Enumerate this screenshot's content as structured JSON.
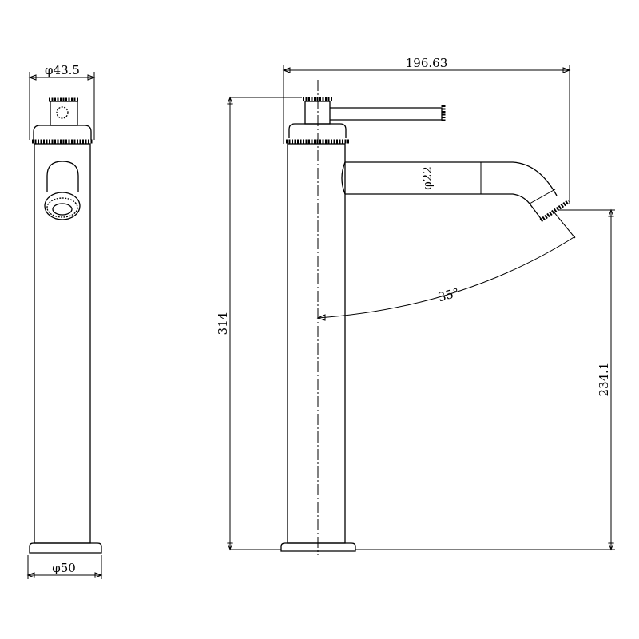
{
  "title": "Tall basin mixer technical drawing",
  "dimensions": {
    "cap_diameter": "φ43.5",
    "base_diameter": "φ50",
    "spout_reach": "196.63",
    "spout_diameter": "φ22",
    "spout_angle": "35°",
    "total_height": "314",
    "spout_height": "234.1"
  }
}
